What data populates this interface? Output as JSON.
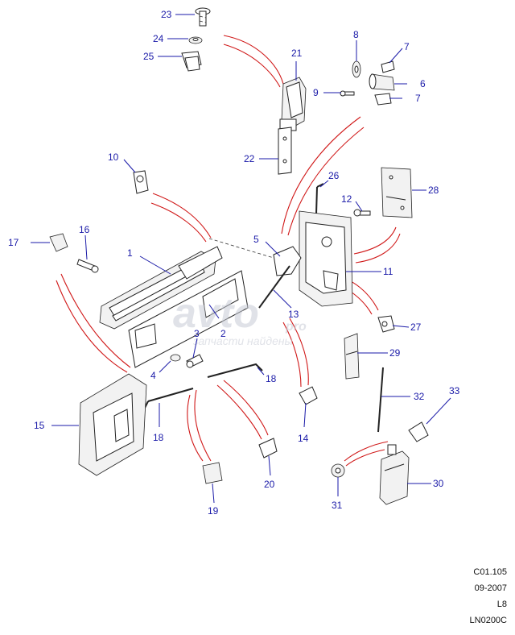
{
  "watermark": {
    "brand": "avto",
    "brand_suffix": "pro",
    "tagline": "запчасти найдены"
  },
  "callouts": [
    {
      "label": "1"
    },
    {
      "label": "2"
    },
    {
      "label": "3"
    },
    {
      "label": "4"
    },
    {
      "label": "5"
    },
    {
      "label": "6"
    },
    {
      "label": "7"
    },
    {
      "label": "7"
    },
    {
      "label": "8"
    },
    {
      "label": "9"
    },
    {
      "label": "10"
    },
    {
      "label": "11"
    },
    {
      "label": "12"
    },
    {
      "label": "13"
    },
    {
      "label": "14"
    },
    {
      "label": "15"
    },
    {
      "label": "16"
    },
    {
      "label": "17"
    },
    {
      "label": "18"
    },
    {
      "label": "18"
    },
    {
      "label": "19"
    },
    {
      "label": "20"
    },
    {
      "label": "21"
    },
    {
      "label": "22"
    },
    {
      "label": "23"
    },
    {
      "label": "24"
    },
    {
      "label": "25"
    },
    {
      "label": "26"
    },
    {
      "label": "27"
    },
    {
      "label": "28"
    },
    {
      "label": "29"
    },
    {
      "label": "30"
    },
    {
      "label": "31"
    },
    {
      "label": "32"
    },
    {
      "label": "33"
    }
  ],
  "footer": {
    "code": "C01.105",
    "date": "09-2007",
    "model": "L8",
    "ref": "LN0200C"
  }
}
